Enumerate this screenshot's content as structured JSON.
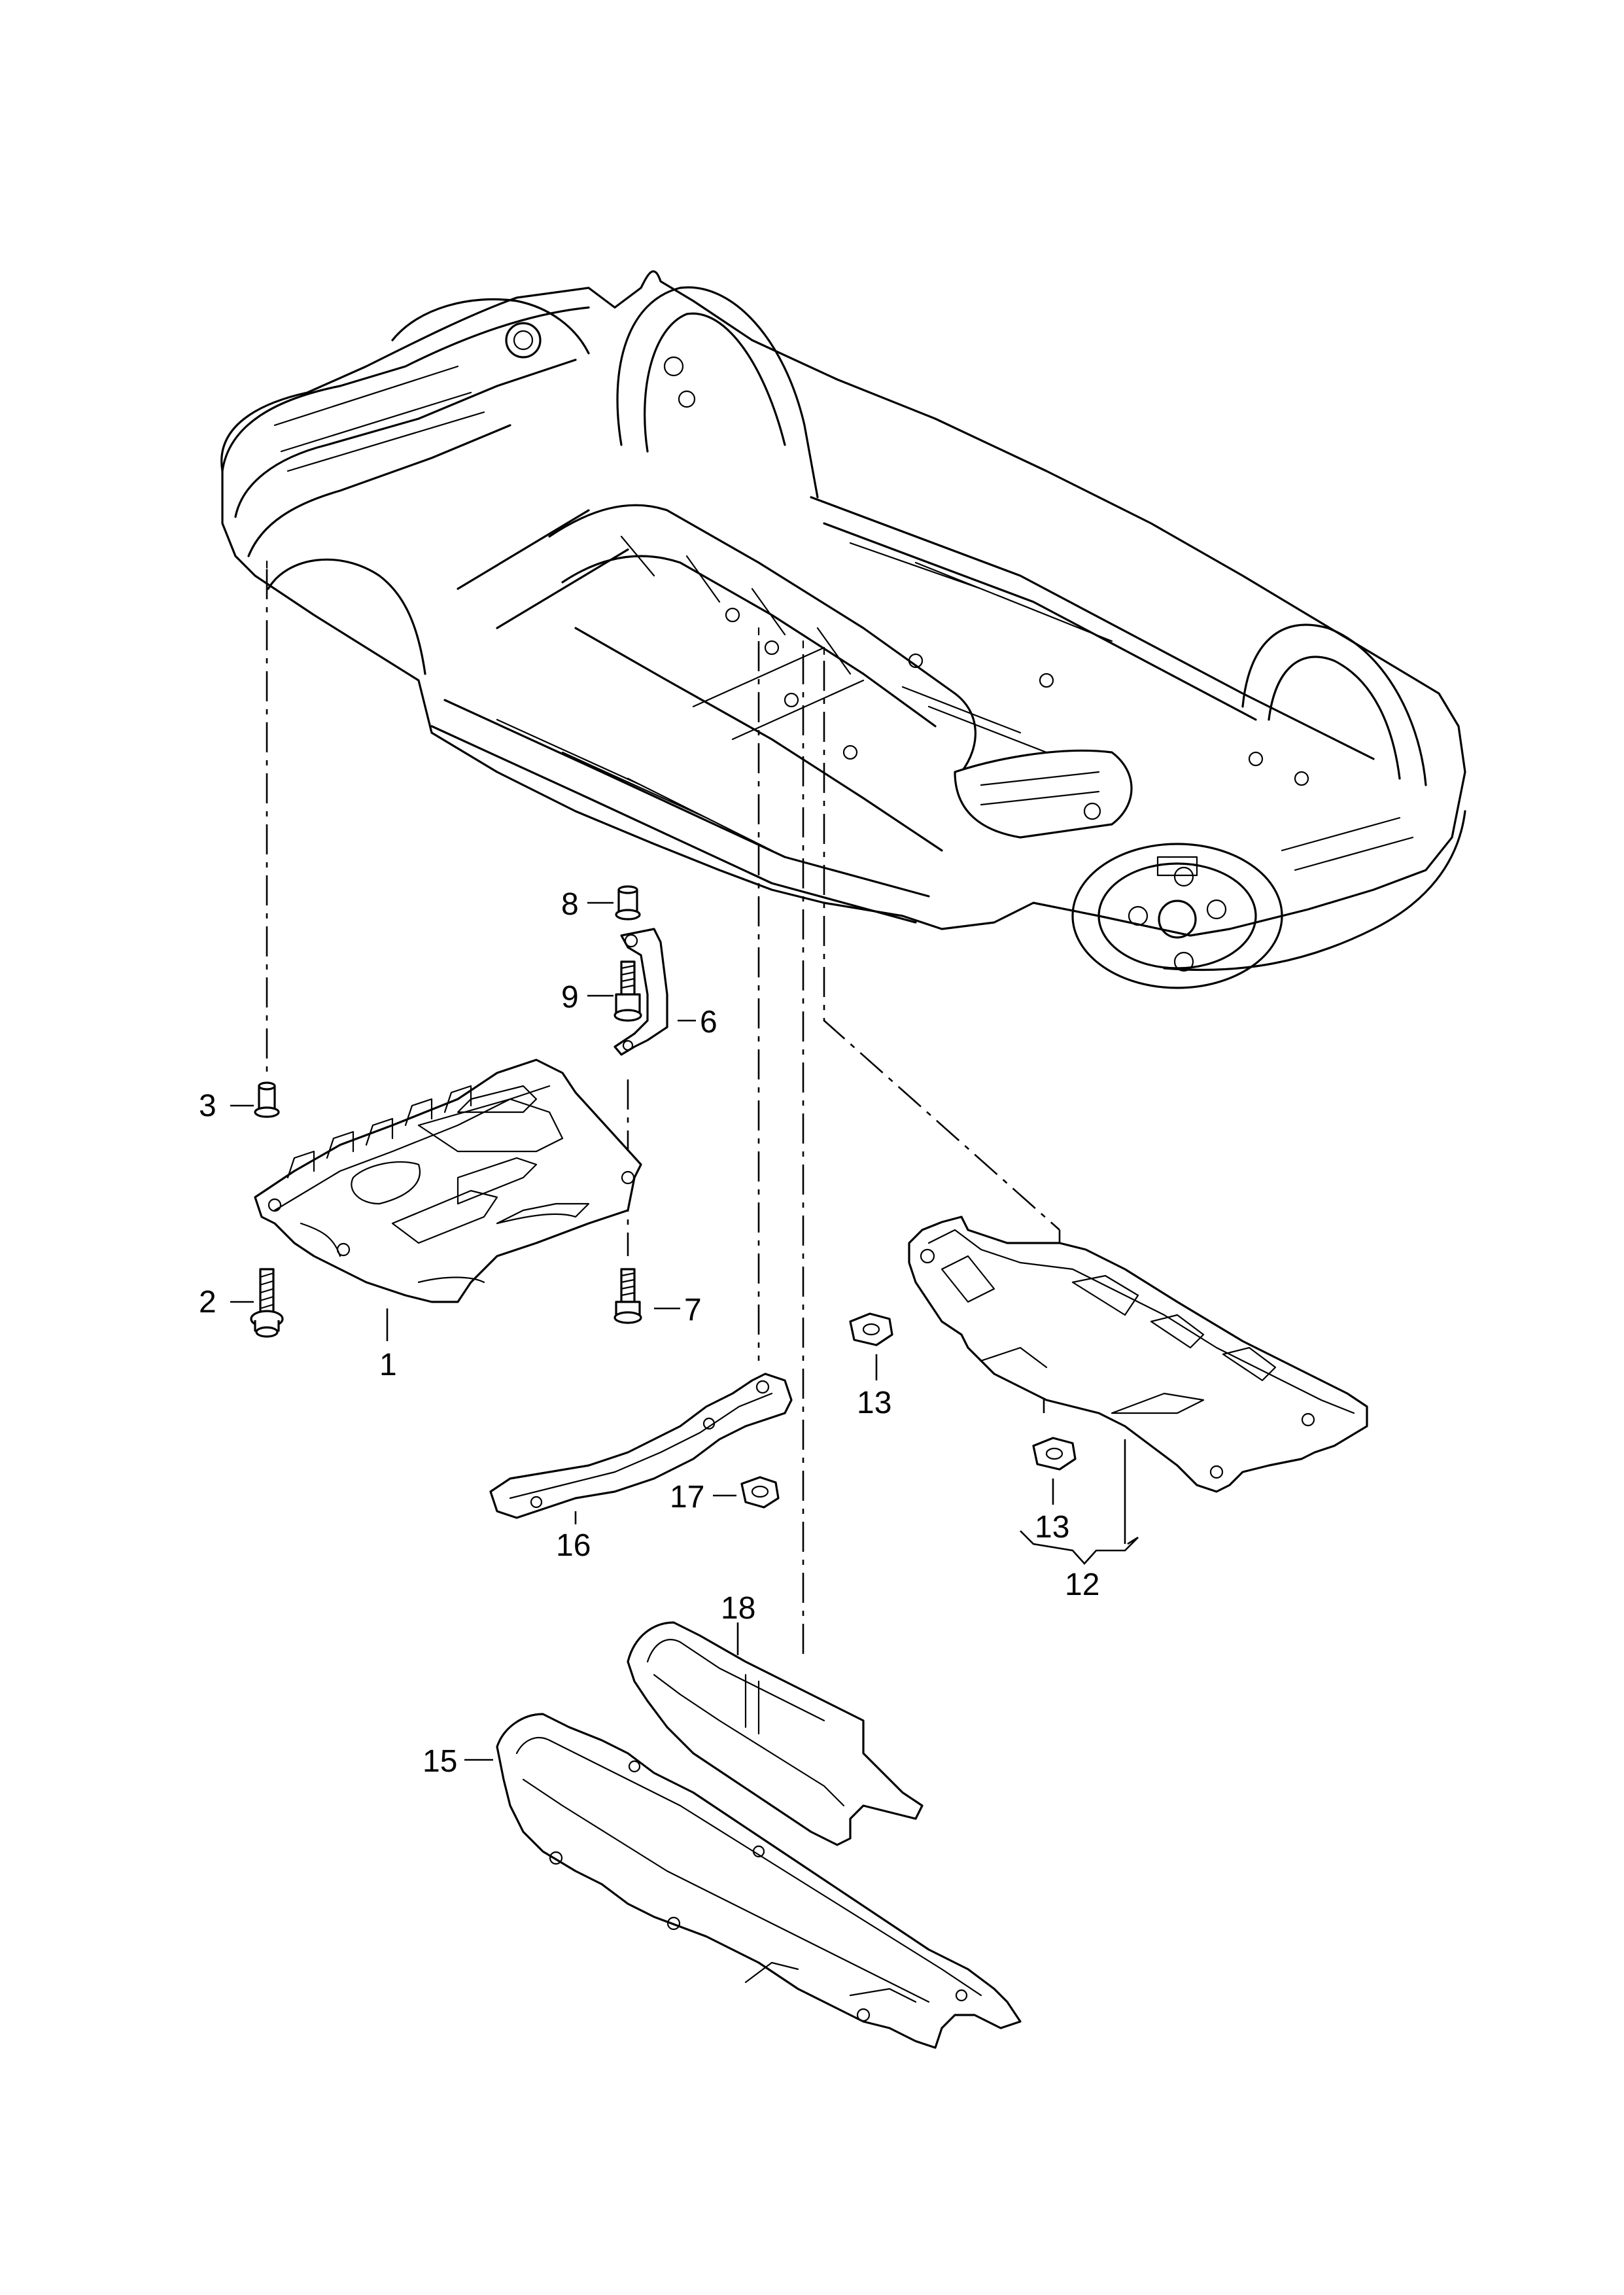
{
  "labels": {
    "p1": "1",
    "p2": "2",
    "p3": "3",
    "p6": "6",
    "p7": "7",
    "p8": "8",
    "p9": "9",
    "p12": "12",
    "p13a": "13",
    "p13b": "13",
    "p15": "15",
    "p16": "16",
    "p17": "17",
    "p18": "18"
  }
}
